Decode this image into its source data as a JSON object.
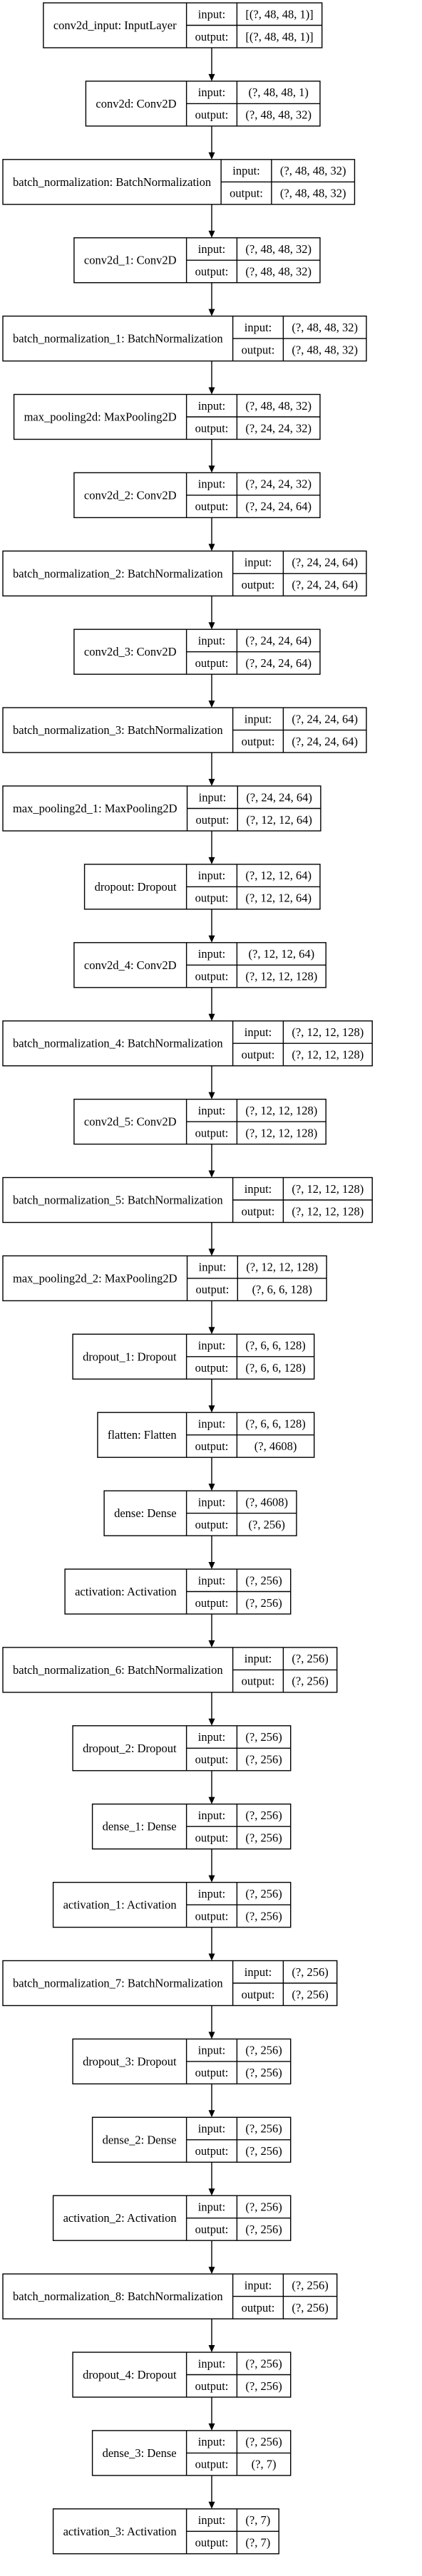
{
  "io_labels": {
    "input": "input:",
    "output": "output:"
  },
  "nodes": [
    {
      "id": "conv2d_input",
      "name": "conv2d_input: InputLayer",
      "input": "[(?, 48, 48, 1)]",
      "output": "[(?, 48, 48, 1)]"
    },
    {
      "id": "conv2d",
      "name": "conv2d: Conv2D",
      "input": "(?, 48, 48, 1)",
      "output": "(?, 48, 48, 32)"
    },
    {
      "id": "batch_normalization",
      "name": "batch_normalization: BatchNormalization",
      "input": "(?, 48, 48, 32)",
      "output": "(?, 48, 48, 32)"
    },
    {
      "id": "conv2d_1",
      "name": "conv2d_1: Conv2D",
      "input": "(?, 48, 48, 32)",
      "output": "(?, 48, 48, 32)"
    },
    {
      "id": "batch_normalization_1",
      "name": "batch_normalization_1: BatchNormalization",
      "input": "(?, 48, 48, 32)",
      "output": "(?, 48, 48, 32)"
    },
    {
      "id": "max_pooling2d",
      "name": "max_pooling2d: MaxPooling2D",
      "input": "(?, 48, 48, 32)",
      "output": "(?, 24, 24, 32)"
    },
    {
      "id": "conv2d_2",
      "name": "conv2d_2: Conv2D",
      "input": "(?, 24, 24, 32)",
      "output": "(?, 24, 24, 64)"
    },
    {
      "id": "batch_normalization_2",
      "name": "batch_normalization_2: BatchNormalization",
      "input": "(?, 24, 24, 64)",
      "output": "(?, 24, 24, 64)"
    },
    {
      "id": "conv2d_3",
      "name": "conv2d_3: Conv2D",
      "input": "(?, 24, 24, 64)",
      "output": "(?, 24, 24, 64)"
    },
    {
      "id": "batch_normalization_3",
      "name": "batch_normalization_3: BatchNormalization",
      "input": "(?, 24, 24, 64)",
      "output": "(?, 24, 24, 64)"
    },
    {
      "id": "max_pooling2d_1",
      "name": "max_pooling2d_1: MaxPooling2D",
      "input": "(?, 24, 24, 64)",
      "output": "(?, 12, 12, 64)"
    },
    {
      "id": "dropout",
      "name": "dropout: Dropout",
      "input": "(?, 12, 12, 64)",
      "output": "(?, 12, 12, 64)"
    },
    {
      "id": "conv2d_4",
      "name": "conv2d_4: Conv2D",
      "input": "(?, 12, 12, 64)",
      "output": "(?, 12, 12, 128)"
    },
    {
      "id": "batch_normalization_4",
      "name": "batch_normalization_4: BatchNormalization",
      "input": "(?, 12, 12, 128)",
      "output": "(?, 12, 12, 128)"
    },
    {
      "id": "conv2d_5",
      "name": "conv2d_5: Conv2D",
      "input": "(?, 12, 12, 128)",
      "output": "(?, 12, 12, 128)"
    },
    {
      "id": "batch_normalization_5",
      "name": "batch_normalization_5: BatchNormalization",
      "input": "(?, 12, 12, 128)",
      "output": "(?, 12, 12, 128)"
    },
    {
      "id": "max_pooling2d_2",
      "name": "max_pooling2d_2: MaxPooling2D",
      "input": "(?, 12, 12, 128)",
      "output": "(?, 6, 6, 128)"
    },
    {
      "id": "dropout_1",
      "name": "dropout_1: Dropout",
      "input": "(?, 6, 6, 128)",
      "output": "(?, 6, 6, 128)"
    },
    {
      "id": "flatten",
      "name": "flatten: Flatten",
      "input": "(?, 6, 6, 128)",
      "output": "(?, 4608)"
    },
    {
      "id": "dense",
      "name": "dense: Dense",
      "input": "(?, 4608)",
      "output": "(?, 256)"
    },
    {
      "id": "activation",
      "name": "activation: Activation",
      "input": "(?, 256)",
      "output": "(?, 256)"
    },
    {
      "id": "batch_normalization_6",
      "name": "batch_normalization_6: BatchNormalization",
      "input": "(?, 256)",
      "output": "(?, 256)"
    },
    {
      "id": "dropout_2",
      "name": "dropout_2: Dropout",
      "input": "(?, 256)",
      "output": "(?, 256)"
    },
    {
      "id": "dense_1",
      "name": "dense_1: Dense",
      "input": "(?, 256)",
      "output": "(?, 256)"
    },
    {
      "id": "activation_1",
      "name": "activation_1: Activation",
      "input": "(?, 256)",
      "output": "(?, 256)"
    },
    {
      "id": "batch_normalization_7",
      "name": "batch_normalization_7: BatchNormalization",
      "input": "(?, 256)",
      "output": "(?, 256)"
    },
    {
      "id": "dropout_3",
      "name": "dropout_3: Dropout",
      "input": "(?, 256)",
      "output": "(?, 256)"
    },
    {
      "id": "dense_2",
      "name": "dense_2: Dense",
      "input": "(?, 256)",
      "output": "(?, 256)"
    },
    {
      "id": "activation_2",
      "name": "activation_2: Activation",
      "input": "(?, 256)",
      "output": "(?, 256)"
    },
    {
      "id": "batch_normalization_8",
      "name": "batch_normalization_8: BatchNormalization",
      "input": "(?, 256)",
      "output": "(?, 256)"
    },
    {
      "id": "dropout_4",
      "name": "dropout_4: Dropout",
      "input": "(?, 256)",
      "output": "(?, 256)"
    },
    {
      "id": "dense_3",
      "name": "dense_3: Dense",
      "input": "(?, 256)",
      "output": "(?, 7)"
    },
    {
      "id": "activation_3",
      "name": "activation_3: Activation",
      "input": "(?, 7)",
      "output": "(?, 7)"
    }
  ]
}
